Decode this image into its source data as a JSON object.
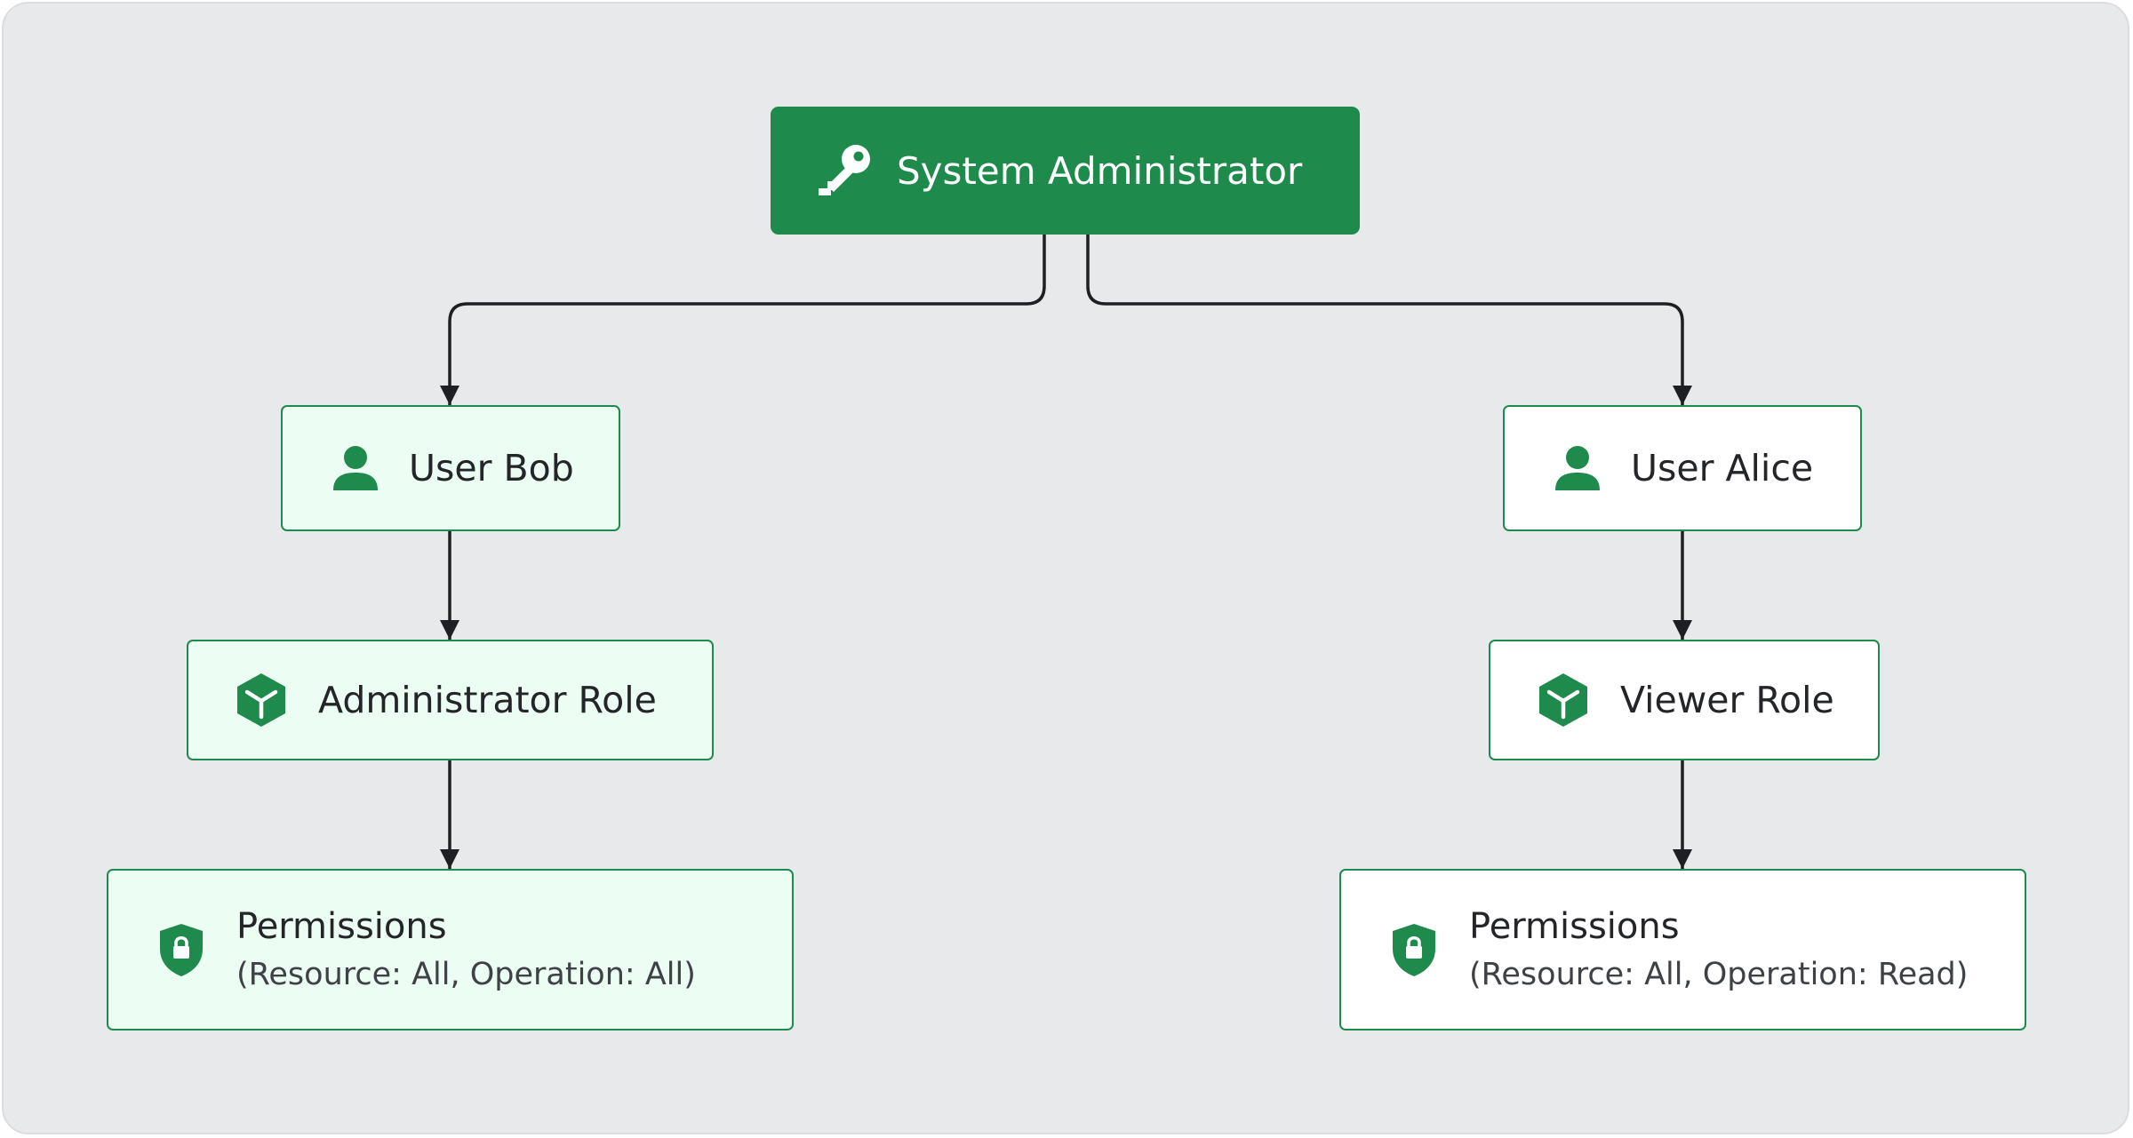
{
  "colors": {
    "accent": "#1e8a4c",
    "tint": "#ecfdf3",
    "canvas": "#e8e9eb",
    "connector": "#1d1f23"
  },
  "nodes": {
    "root": {
      "label": "System Administrator",
      "icon": "key-icon"
    },
    "user_bob": {
      "label": "User Bob",
      "icon": "user-icon"
    },
    "user_alice": {
      "label": "User Alice",
      "icon": "user-icon"
    },
    "admin_role": {
      "label": "Administrator Role",
      "icon": "cube-icon"
    },
    "viewer_role": {
      "label": "Viewer Role",
      "icon": "cube-icon"
    },
    "perm_bob": {
      "title": "Permissions",
      "detail": "(Resource: All, Operation: All)",
      "icon": "shield-lock-icon"
    },
    "perm_alice": {
      "title": "Permissions",
      "detail": "(Resource: All, Operation: Read)",
      "icon": "shield-lock-icon"
    }
  },
  "edges": [
    {
      "from": "root",
      "to": "user_bob"
    },
    {
      "from": "root",
      "to": "user_alice"
    },
    {
      "from": "user_bob",
      "to": "admin_role"
    },
    {
      "from": "admin_role",
      "to": "perm_bob"
    },
    {
      "from": "user_alice",
      "to": "viewer_role"
    },
    {
      "from": "viewer_role",
      "to": "perm_alice"
    }
  ]
}
